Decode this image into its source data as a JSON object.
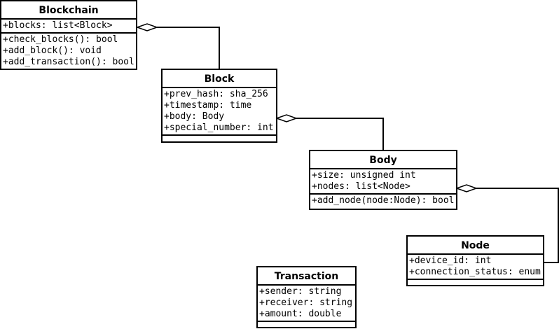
{
  "classes": {
    "blockchain": {
      "name": "Blockchain",
      "attributes": [
        "+blocks: list<Block>"
      ],
      "methods": [
        "+check_blocks(): bool",
        "+add_block(): void",
        "+add_transaction(): bool"
      ]
    },
    "block": {
      "name": "Block",
      "attributes": [
        "+prev_hash: sha_256",
        "+timestamp: time",
        "+body: Body",
        "+special_number: int"
      ],
      "methods": []
    },
    "body": {
      "name": "Body",
      "attributes": [
        "+size: unsigned int",
        "+nodes: list<Node>"
      ],
      "methods": [
        "+add_node(node:Node): bool"
      ]
    },
    "node": {
      "name": "Node",
      "attributes": [
        "+device_id: int",
        "+connection_status: enum"
      ],
      "methods": []
    },
    "transaction": {
      "name": "Transaction",
      "attributes": [
        "+sender: string",
        "+receiver: string",
        "+amount: double"
      ],
      "methods": []
    }
  },
  "relations": [
    {
      "whole": "blockchain",
      "part": "block",
      "type": "aggregation"
    },
    {
      "whole": "block",
      "part": "body",
      "type": "aggregation"
    },
    {
      "whole": "body",
      "part": "node",
      "type": "aggregation"
    }
  ]
}
